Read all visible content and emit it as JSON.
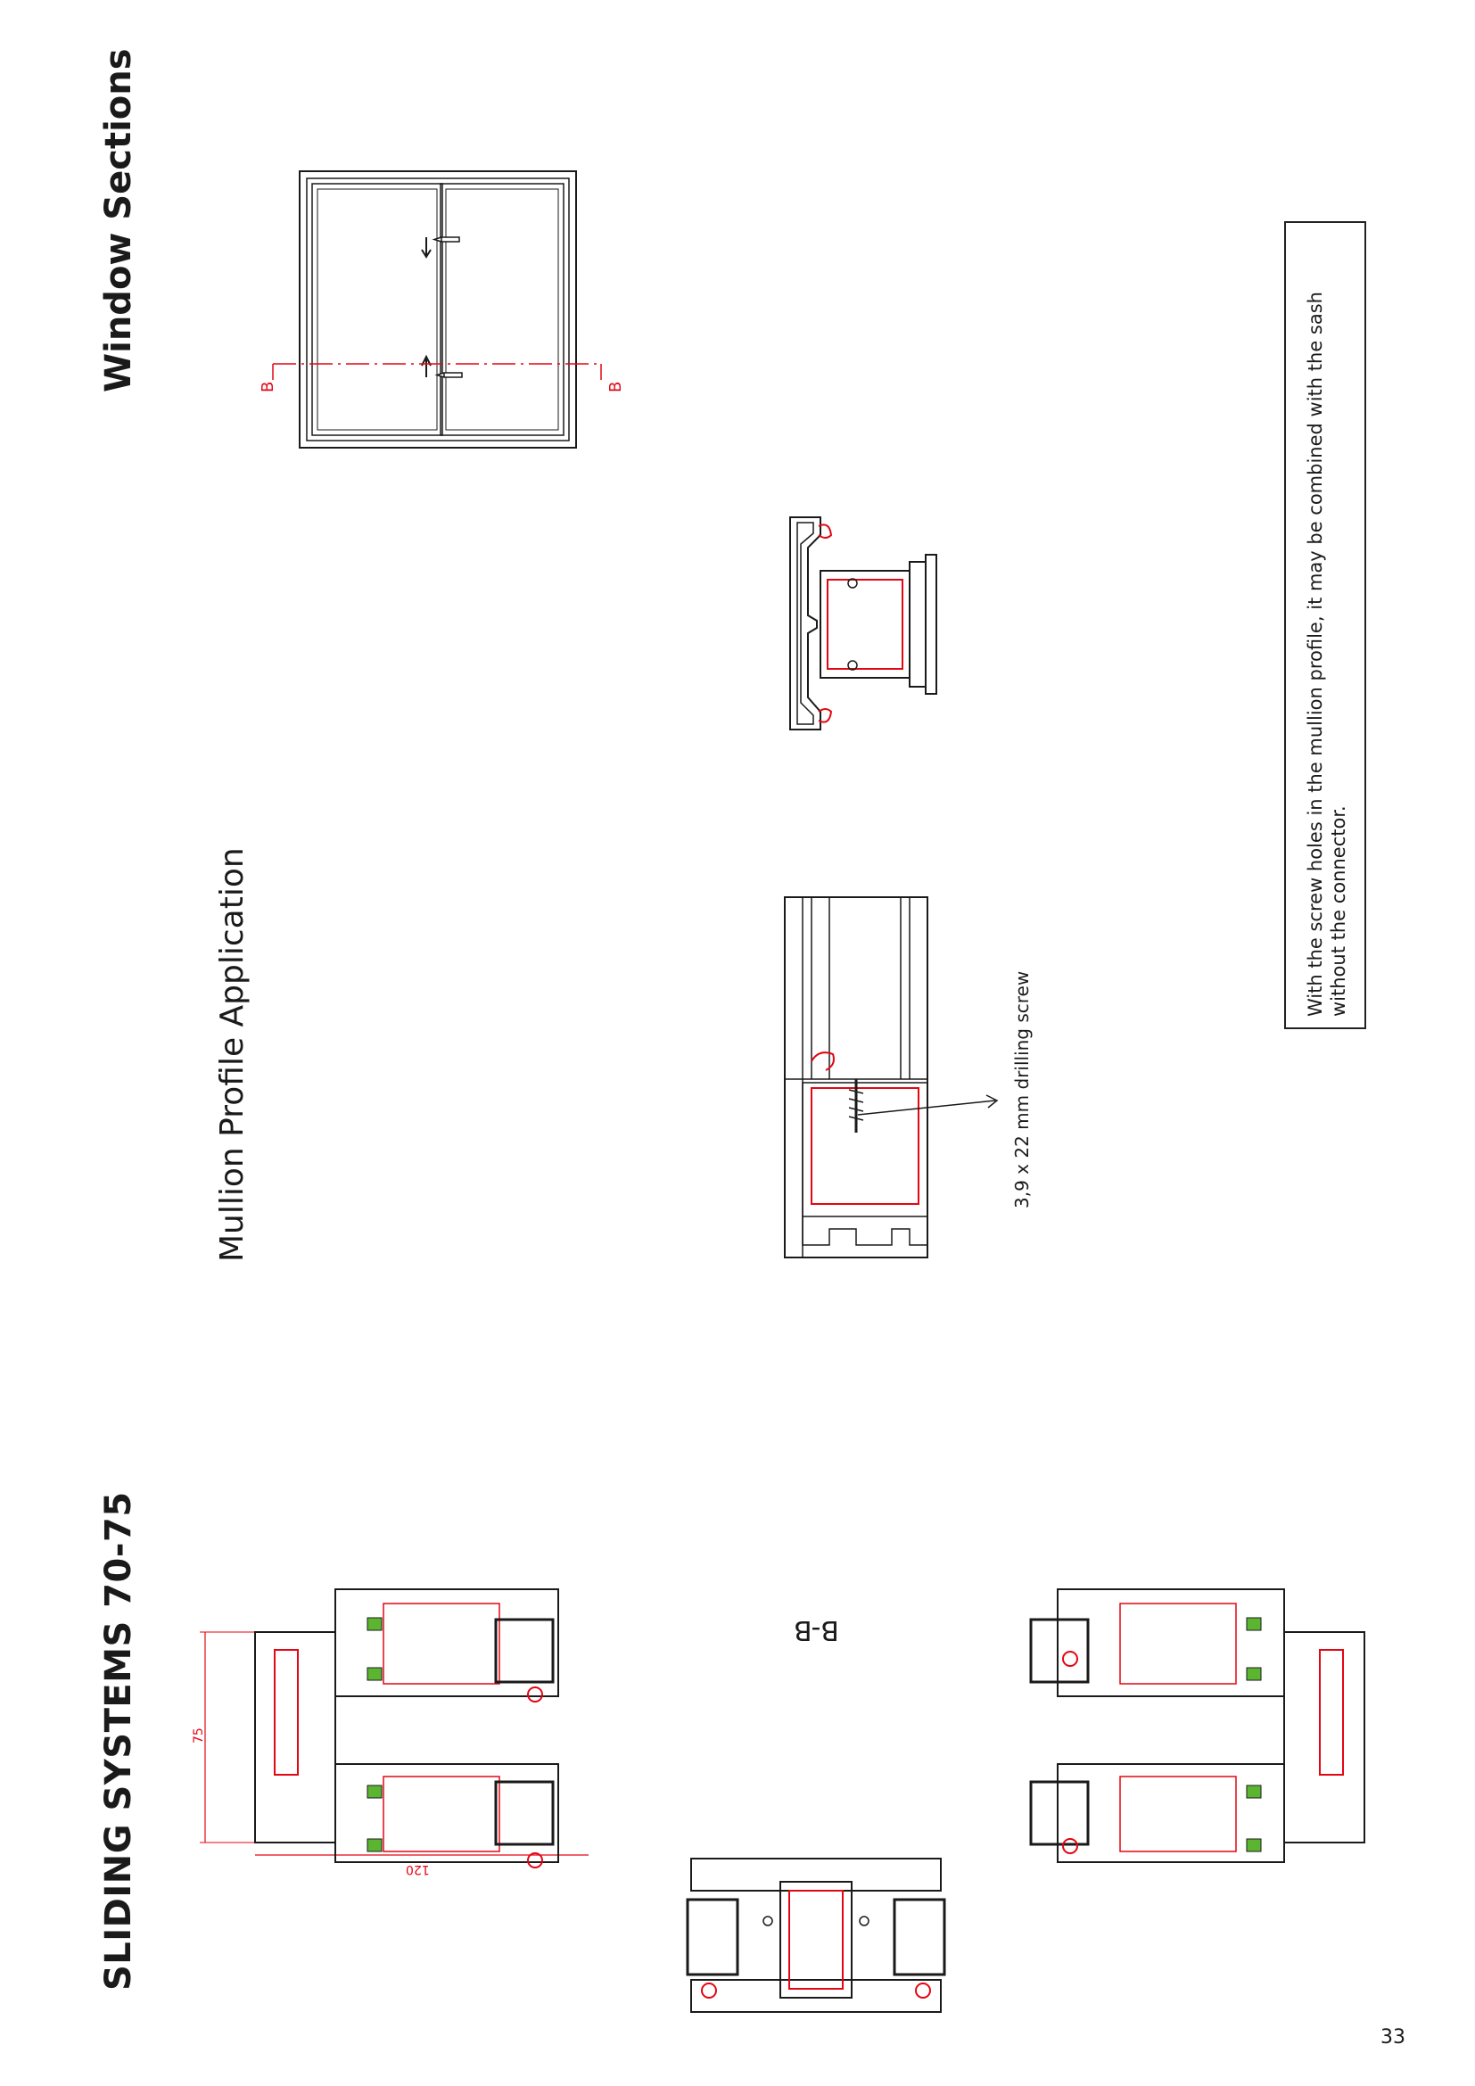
{
  "header": {
    "system_title": "SLIDING SYSTEMS 70-75",
    "section_title": "Window Sections"
  },
  "mullion": {
    "heading": "Mullion Profile Application",
    "screw_label": "3,9 x 22  mm drilling screw"
  },
  "note": {
    "text": "With the screw holes in the mullion profile, it may be combined with the sash without the connector."
  },
  "section_markers": {
    "cut_label_left": "B",
    "cut_label_right": "B",
    "section_view_label": "B-B"
  },
  "dimensions": {
    "height_label": "75",
    "width_label": "120"
  },
  "footer": {
    "page_number": "33"
  },
  "colors": {
    "line": "#1a1a1a",
    "reinforcement": "#e30613",
    "gasket": "#5cb531"
  }
}
